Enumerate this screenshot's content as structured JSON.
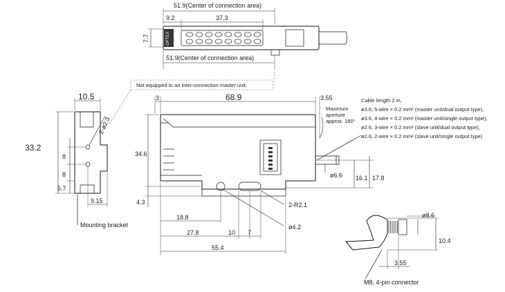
{
  "dimensions": {
    "top_center_area_upper": "51.9(Center of connection area)",
    "top_9_2": "9.2",
    "top_37_3": "37.3",
    "top_7_7": "7.7",
    "top_center_area_lower": "51.9(Center of connection area)",
    "bracket_10_5": "10.5",
    "bracket_33_2": "33.2",
    "bracket_r2_3": "2-ø2.3",
    "bracket_8a": "8",
    "bracket_8b": "8",
    "bracket_5_7": "5.7",
    "bracket_9_15": "9.15",
    "main_3": "3",
    "main_68_9": "68.9",
    "main_3_55": "3.55",
    "main_34_6": "34.6",
    "main_4_3": "4.3",
    "main_d6_6": "ø6.6",
    "main_16_1": "16.1",
    "main_17_8": "17.8",
    "main_r2_1": "2-R2.1",
    "main_18_8": "18.8",
    "main_27_8": "27.8",
    "main_10": "10",
    "main_7": "7",
    "main_d4_2": "ø4.2",
    "main_55_4": "55.4",
    "conn_d8_6": "ø8.6",
    "conn_10_4": "10.4",
    "conn_3_55": "3.55"
  },
  "labels": {
    "brand": "OPTEX",
    "not_equipped_note": "Not equipped to an inter-connection master unit.",
    "max_aperture_1": "Maximum",
    "max_aperture_2": "aperture",
    "max_aperture_3": "approx. 180°",
    "mounting_bracket": "Mounting bracket",
    "m8_connector": "M8, 4-pin connector"
  },
  "cable_notes": [
    "Cable length 2 m,",
    "ø3.6, 5-wire × 0.2 mm² (master unit/dual output type),",
    "ø3.6, 4-wire × 0.2 mm² (master unit/single output type),",
    "ø2.6, 3-wire × 0.2 mm² (slave unit/dual output type),",
    "ø2.6, 2-wire × 0.2 mm² (slave unit/single output type)"
  ]
}
